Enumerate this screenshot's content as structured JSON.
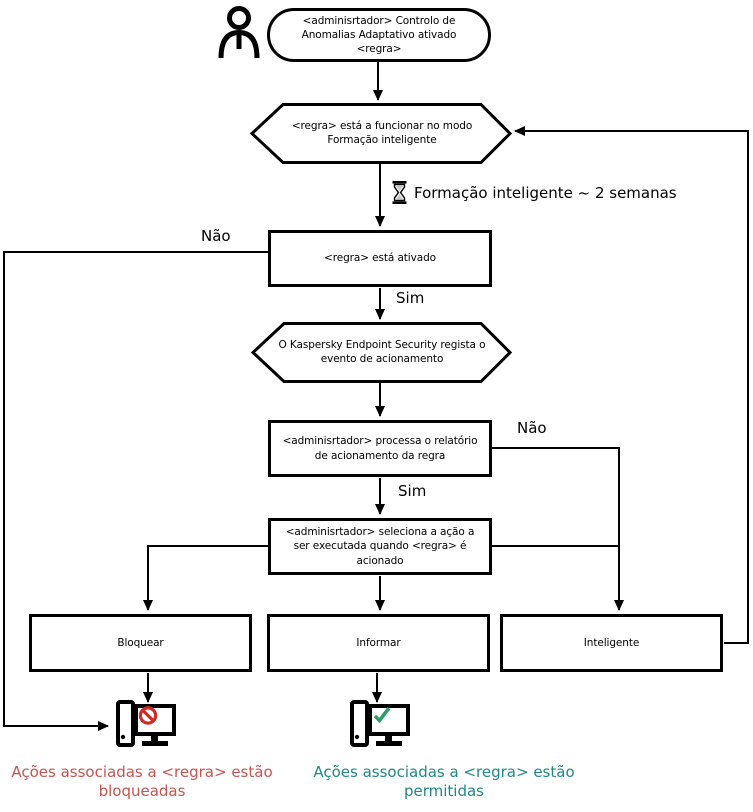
{
  "diagram": {
    "title": "Adaptive Anomaly Control workflow (Kaspersky Endpoint Security)",
    "language": "pt-PT"
  },
  "colors": {
    "line": "#000000",
    "blocked_text": "#c75450",
    "allowed_text": "#1d8987",
    "prohibit_red": "#d32a26",
    "check_green": "#2d9e68",
    "hourglass_sand": "#c8c8c8"
  },
  "nodes": {
    "start": {
      "label": "<adminisrtador> Controlo de Anomalias Adaptativo ativado <regra>"
    },
    "learning_mode": {
      "label": "<regra> está a funcionar no modo Formação inteligente"
    },
    "rule_active": {
      "label": "<regra> está ativado"
    },
    "event_logged": {
      "label": "O Kaspersky Endpoint Security regista o evento de acionamento"
    },
    "process_report": {
      "label": "<adminisrtador> processa o relatório de acionamento da regra"
    },
    "select_action": {
      "label": "<adminisrtador> seleciona a ação a ser executada quando <regra> é acionado"
    },
    "block": {
      "label": "Bloquear"
    },
    "inform": {
      "label": "Informar"
    },
    "smart": {
      "label": "Inteligente"
    }
  },
  "edge_labels": {
    "nao_left": "Não",
    "sim_active": "Sim",
    "nao_right": "Não",
    "sim_report": "Sim"
  },
  "timer": {
    "label": "Formação inteligente ~ 2 semanas"
  },
  "outcomes": {
    "blocked": {
      "line1": "Ações associadas a <regra> estão",
      "line2": "bloqueadas"
    },
    "allowed": {
      "line1": "Ações associadas a <regra> estão",
      "line2": "permitidas"
    }
  },
  "icons": {
    "person": "person-icon",
    "hourglass": "hourglass-icon",
    "blocked_computer": "computer-blocked-icon",
    "allowed_computer": "computer-allowed-icon"
  }
}
